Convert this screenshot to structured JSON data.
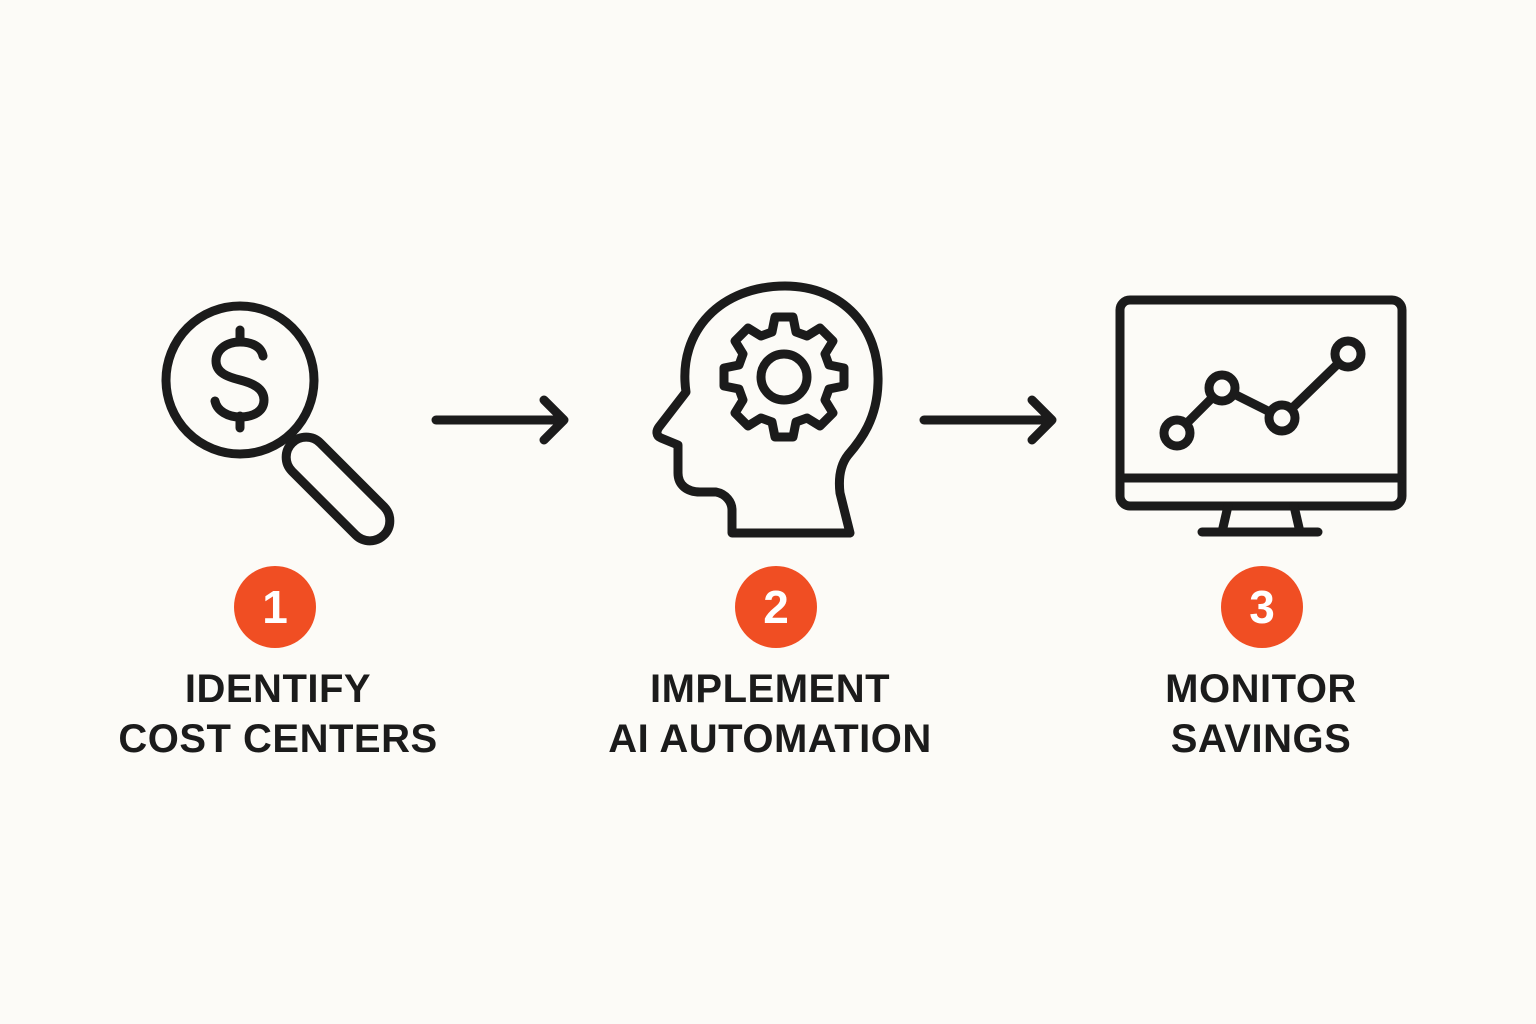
{
  "theme": {
    "background": "#fcfbf7",
    "accent": "#f04e23",
    "ink": "#1b1b1b"
  },
  "steps": [
    {
      "number": "1",
      "icon": "magnifying-glass-dollar-icon",
      "label_lines": [
        "IDENTIFY",
        "COST CENTERS"
      ]
    },
    {
      "number": "2",
      "icon": "head-gear-icon",
      "label_lines": [
        "IMPLEMENT",
        "AI AUTOMATION"
      ]
    },
    {
      "number": "3",
      "icon": "monitor-chart-icon",
      "label_lines": [
        "MONITOR",
        "SAVINGS"
      ]
    }
  ],
  "connectors": [
    {
      "icon": "arrow-right-icon"
    },
    {
      "icon": "arrow-right-icon"
    }
  ]
}
